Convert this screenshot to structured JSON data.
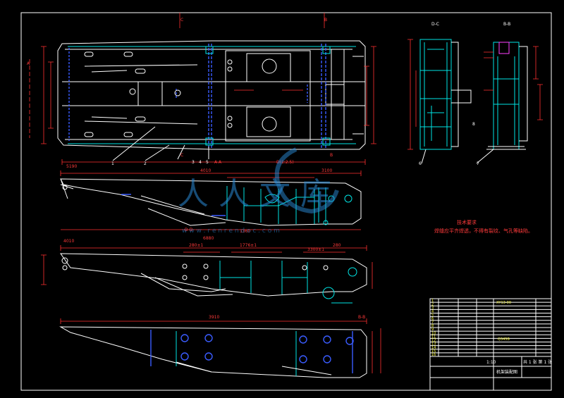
{
  "drawing": {
    "section_labels": {
      "dc": "D-C",
      "bb": "B-B",
      "aa": "A-A",
      "dd": "D-D",
      "bb2": "B-B",
      "view_a": "A",
      "view_c_top": "C",
      "view_c_bottom": "C",
      "view_b_top": "B",
      "view_b_bottom": "B",
      "view_d": "D(1:2.5)"
    },
    "dimensions": {
      "d1": "3100",
      "d2": "4010",
      "d3": "1776±1",
      "d4": "280±1",
      "d5": "3300±1",
      "d6": "6880",
      "d7": "3910",
      "d8": "1360",
      "d9": "280",
      "d10": "5190",
      "d11": "4010"
    },
    "balloons": [
      "1",
      "2",
      "3",
      "4",
      "5",
      "6",
      "7",
      "8"
    ],
    "tech_notes": {
      "title": "技术要求",
      "line1": "焊缝应平齐焊透，不得有裂纹、气孔等缺陷。"
    },
    "watermark": {
      "chars": "人 人 文 库",
      "url": "w w w . r e n r e n d o c . c o m"
    },
    "title_block": {
      "drawing_no": "XY13-00",
      "material": "Q345B",
      "scale": "1:10",
      "sheet": "共 1 张  第 1 张",
      "part_name": "机架装配图",
      "rows": [
        "1",
        "2",
        "3",
        "4",
        "5",
        "6",
        "7",
        "8",
        "9",
        "10",
        "11",
        "12",
        "13",
        "14",
        "15",
        "16"
      ]
    }
  }
}
